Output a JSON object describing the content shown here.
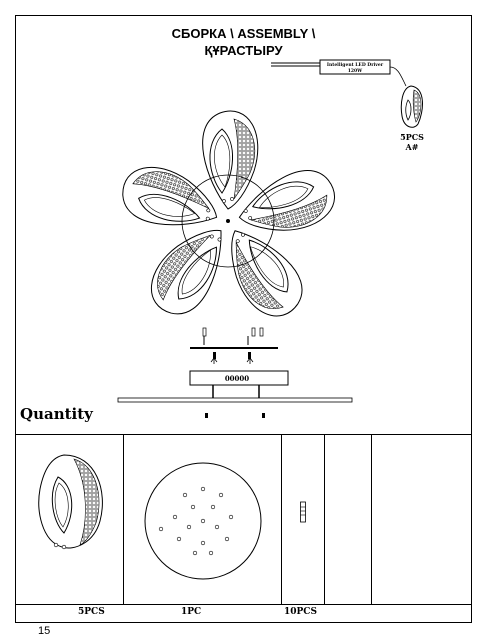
{
  "header": {
    "title_line1": "СБОРКА \\ ASSEMBLY \\",
    "title_line2": "ҚҰРАСТЫРУ"
  },
  "driver": {
    "label_line1": "Intelligent LED Driver",
    "label_line2": "120W"
  },
  "petal_callout": {
    "count": "5PCS",
    "code": "A#"
  },
  "mount_plate": {
    "label": "00000"
  },
  "quantity": {
    "label": "Quantity",
    "items": [
      {
        "name": "petal-lamp",
        "count": "5PCS"
      },
      {
        "name": "ceiling-plate",
        "count": "1PC"
      },
      {
        "name": "screw",
        "count": "10PCS"
      }
    ]
  },
  "footer": {
    "page_number": "15"
  }
}
